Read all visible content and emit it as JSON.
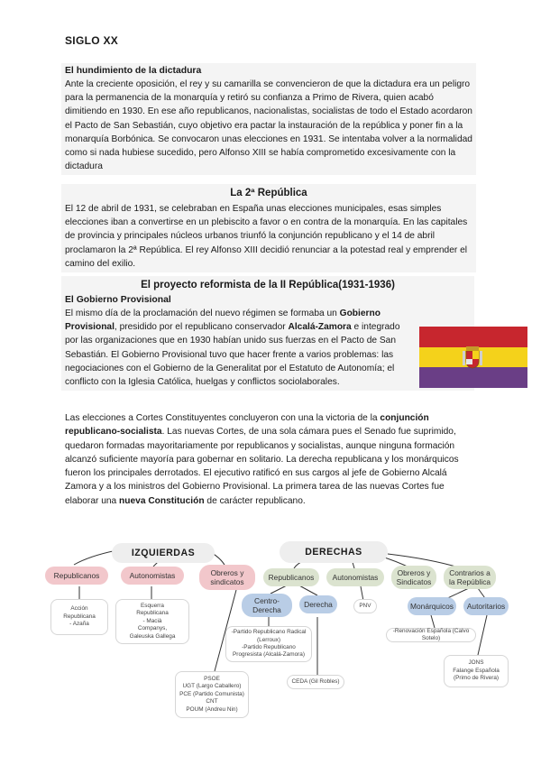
{
  "doc": {
    "title": "SIGLO XX"
  },
  "s1": {
    "heading": "El hundimiento de la dictadura",
    "body": "Ante la creciente oposición, el rey y su camarilla se convencieron de que la dictadura era un peligro para la permanencia de la monarquía y retiró su confianza a Primo de Rivera, quien acabó dimitiendo en 1930. En ese año republicanos, nacionalistas, socialistas de todo el Estado acordaron el Pacto de San Sebastián, cuyo objetivo era pactar la instauración de la república y poner fin a la monarquía Borbónica. Se convocaron unas elecciones en 1931. Se intentaba volver a la normalidad como si nada hubiese sucedido, pero Alfonso XIII se había comprometido excesivamente con la dictadura"
  },
  "s2": {
    "heading": "La 2ª República",
    "body": "El 12 de abril de 1931, se celebraban en España unas elecciones municipales, esas simples elecciones iban a convertirse en un plebiscito a favor o en contra de la monarquía. En las capitales de provincia y principales núcleos urbanos triunfó la conjunción republicano y el 14 de abril proclamaron la 2ª República. El rey Alfonso XIII decidió renunciar a la potestad real y emprender el camino del exilio."
  },
  "s3": {
    "heading": "El proyecto reformista de la II República(1931-1936)",
    "subheading": "El Gobierno Provisional",
    "p1": {
      "a": "El mismo día de la proclamación del nuevo régimen se formaba un ",
      "b1": "Gobierno Provisional",
      "c": ", presidido por el republicano conservador ",
      "b2": "Alcalá-Zamora",
      "d": " e integrado por las organizaciones que en 1930 habían unido sus fuerzas en el Pacto de San Sebastián. El Gobierno Provisional tuvo que hacer frente a varios problemas: las negociaciones con el Gobierno de la Generalitat por el Estatuto de Autonomía; el conflicto con la Iglesia Católica, huelgas y conflictos sociolaborales."
    }
  },
  "s4": {
    "a": "Las elecciones a Cortes Constituyentes concluyeron con una la victoria de la ",
    "b1": "conjunción republicano-socialista",
    "c": ". Las nuevas Cortes, de una sola cámara pues el Senado fue suprimido, quedaron formadas mayoritariamente por republicanos y socialistas, aunque ninguna formación alcanzó suficiente mayoría para gobernar en solitario. La derecha republicana y los monárquicos fueron los principales derrotados. El ejecutivo ratificó en sus cargos al jefe de Gobierno Alcalá Zamora y a los ministros del Gobierno Provisional. La primera tarea de las nuevas Cortes fue elaborar una ",
    "b2": "nueva Constitución",
    "d": " de carácter republicano."
  },
  "diagram": {
    "left_header": "IZQUIERDAS",
    "right_header": "DERECHAS",
    "left": {
      "republicanos": "Republicanos",
      "autonomistas": "Autonomistas",
      "obreros": "Obreros y\nsindicatos",
      "note_rep": "Acción\nRepublicana\n- Azaña",
      "note_aut": "Esquerra\nRepublicana\n- Macià\nCompanys,\nGaleuska Gallega",
      "note_obr": "PSOE\nUGT (Largo Caballero)\nPCE (Partido Comunista)\nCNT\nPOUM (Andreu Nin)"
    },
    "right": {
      "republicanos": "Republicanos",
      "autonomistas": "Autonomistas",
      "obreros": "Obreros y\nSindicatos",
      "contrarios": "Contrarios a\nla República",
      "centro_derecha": "Centro-\nDerecha",
      "derecha": "Derecha",
      "monarquicos": "Monárquicos",
      "autoritarios": "Autoritarios",
      "note_pnv": "PNV",
      "note_centro": "-Partido Republicano Radical\n(Lerroux)\n-Partido Republicano\nProgresista (Alcalá-Zamora)",
      "note_ceda": "CEDA (Gil Robles)",
      "note_mon": "-Renovación Española (Calvo Sotelo)",
      "note_aut2": "JONS\nFalange Española\n(Primo de Rivera)"
    }
  },
  "colors": {
    "flag_red": "#c7262e",
    "flag_yellow": "#f4d21b",
    "flag_purple": "#6a3e86",
    "pink": "#f2c7cb",
    "green": "#dbe3cf",
    "blue": "#b9cde6"
  }
}
